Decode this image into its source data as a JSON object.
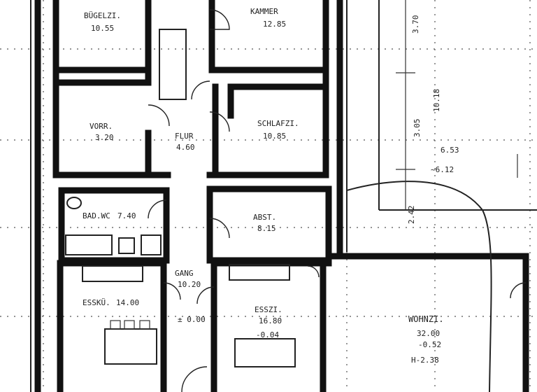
{
  "rooms": {
    "buegelzimmer": {
      "name": "BÜGELZI.",
      "area": "10.55"
    },
    "kammer": {
      "name": "KAMMER",
      "area": "12.85"
    },
    "vorraum": {
      "name": "VORR.",
      "area": "3.20"
    },
    "flur": {
      "name": "FLUR",
      "area": "4.60"
    },
    "schlafzimmer": {
      "name": "SCHLAFZI.",
      "area": "10.85"
    },
    "bad": {
      "name": "BAD.WC",
      "area": "7.40"
    },
    "abstellraum": {
      "name": "ABST.",
      "area": "8.15"
    },
    "gang": {
      "name": "GANG",
      "area": "10.20"
    },
    "esskueche": {
      "name": "ESSKÜ.",
      "area": "14.00"
    },
    "esszimmer": {
      "name": "ESSZI.",
      "area": "16.80"
    },
    "wohnzimmer": {
      "name": "WOHNZI.",
      "area": "32.00"
    }
  },
  "elevations": {
    "gang_level": "± 0.00",
    "esszimmer_level": "-0.04",
    "wohnzimmer_level": "-0.52",
    "wohnzimmer_height": "H-2.38"
  },
  "dimensions": {
    "top_right": "3.70",
    "right_mid": "10.18",
    "right_lower": "3.05",
    "side_a": "6.53",
    "side_b": "~6.12",
    "vertical_left": "2.42"
  }
}
